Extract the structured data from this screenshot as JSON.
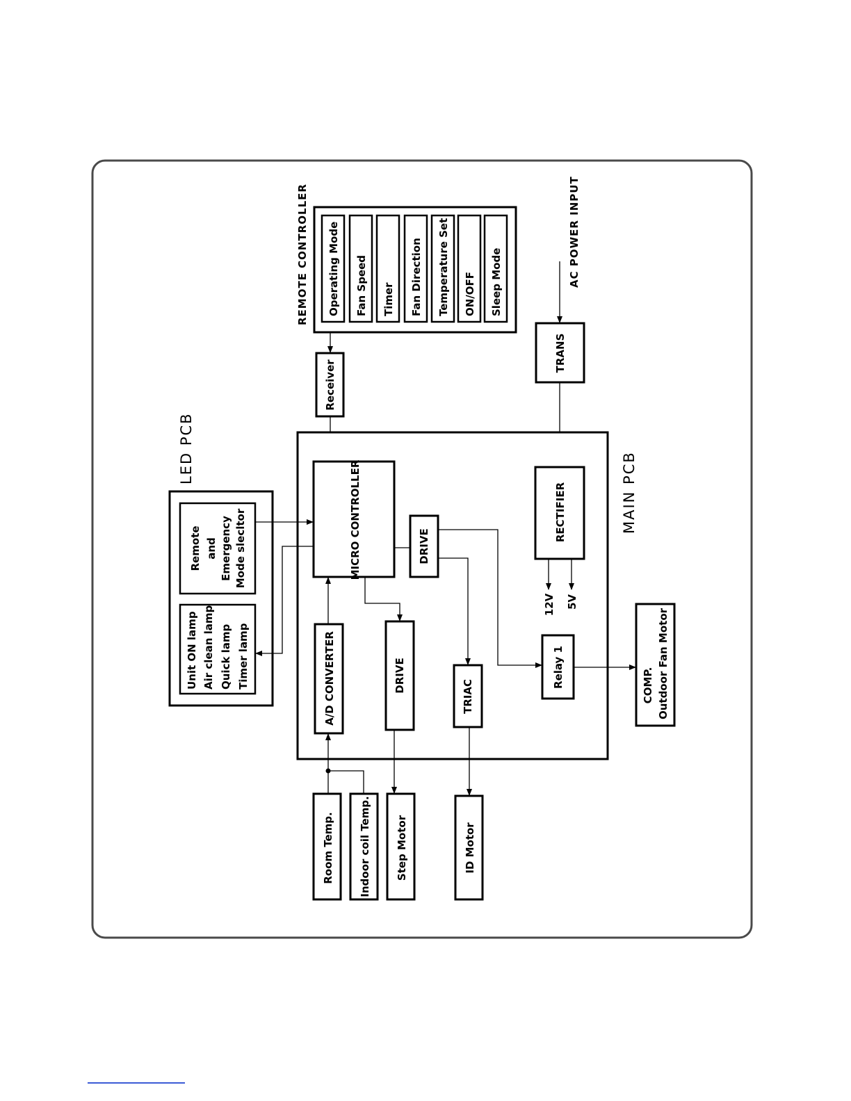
{
  "labels": {
    "led_pcb": "LED PCB",
    "main_pcb": "MAIN PCB",
    "remote_controller": "REMOTE CONTROLLER",
    "ac_power_input": "AC POWER INPUT",
    "v12": "12V",
    "v5": "5V"
  },
  "remote_buttons": [
    "Operating Mode",
    "Fan Speed",
    "Timer",
    "Fan Direction",
    "Temperature Set",
    "ON/OFF",
    "Sleep Mode"
  ],
  "blocks": {
    "receiver": "Receiver",
    "micro_controller": "MICRO CONTROLLER",
    "drive_small": "DRIVE",
    "drive_large": "DRIVE",
    "ad_converter": "A/D CONVERTER",
    "triac": "TRIAC",
    "relay": "Relay 1",
    "rectifier": "RECTIFIER",
    "trans": "TRANS",
    "room_temp": "Room Temp.",
    "indoor_coil": "Indoor coil Temp.",
    "step_motor": "Step Motor",
    "id_motor": "ID Motor"
  },
  "mode_selector": [
    "Remote",
    "and",
    "Emergency",
    "Mode slecltor"
  ],
  "lamps": [
    "Unit ON lamp",
    "Air clean lamp",
    "Quick lamp",
    "Timer lamp"
  ],
  "comp": [
    "COMP.",
    "Outdoor Fan Motor"
  ]
}
